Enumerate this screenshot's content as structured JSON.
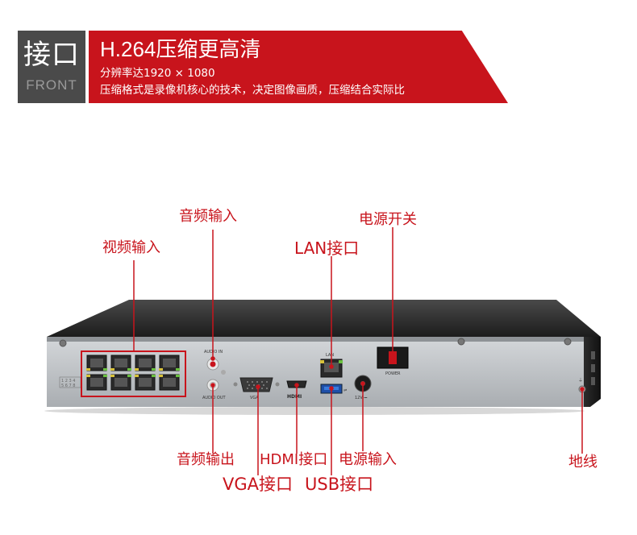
{
  "banner": {
    "title": "接口",
    "subtitle": "FRONT",
    "headline": "H.264压缩更高清",
    "line1": "分辨率达1920 × 1080",
    "line2": "压缩格式是录像机核心的技术，决定图像画质，压缩结合实际比"
  },
  "callouts": {
    "video_in": "视频输入",
    "audio_in": "音频输入",
    "lan": "LAN接口",
    "power_switch": "电源开关",
    "audio_out": "音频输出",
    "hdmi": "HDMI接口",
    "power_in": "电源输入",
    "vga": "VGA接口",
    "usb": "USB接口",
    "ground": "地线"
  },
  "device_labels": {
    "audio_in": "AUDIO IN",
    "audio_out": "AUDIO OUT",
    "vga": "VGA",
    "hdmi": "HDMI",
    "lan": "LAN",
    "power": "POWER",
    "dc": "12V ⎓"
  },
  "colors": {
    "accent": "#c8141c",
    "banner_dark": "#4a4a4a",
    "chassis": "#2a2a2a",
    "panel": "#bfc3c7"
  }
}
